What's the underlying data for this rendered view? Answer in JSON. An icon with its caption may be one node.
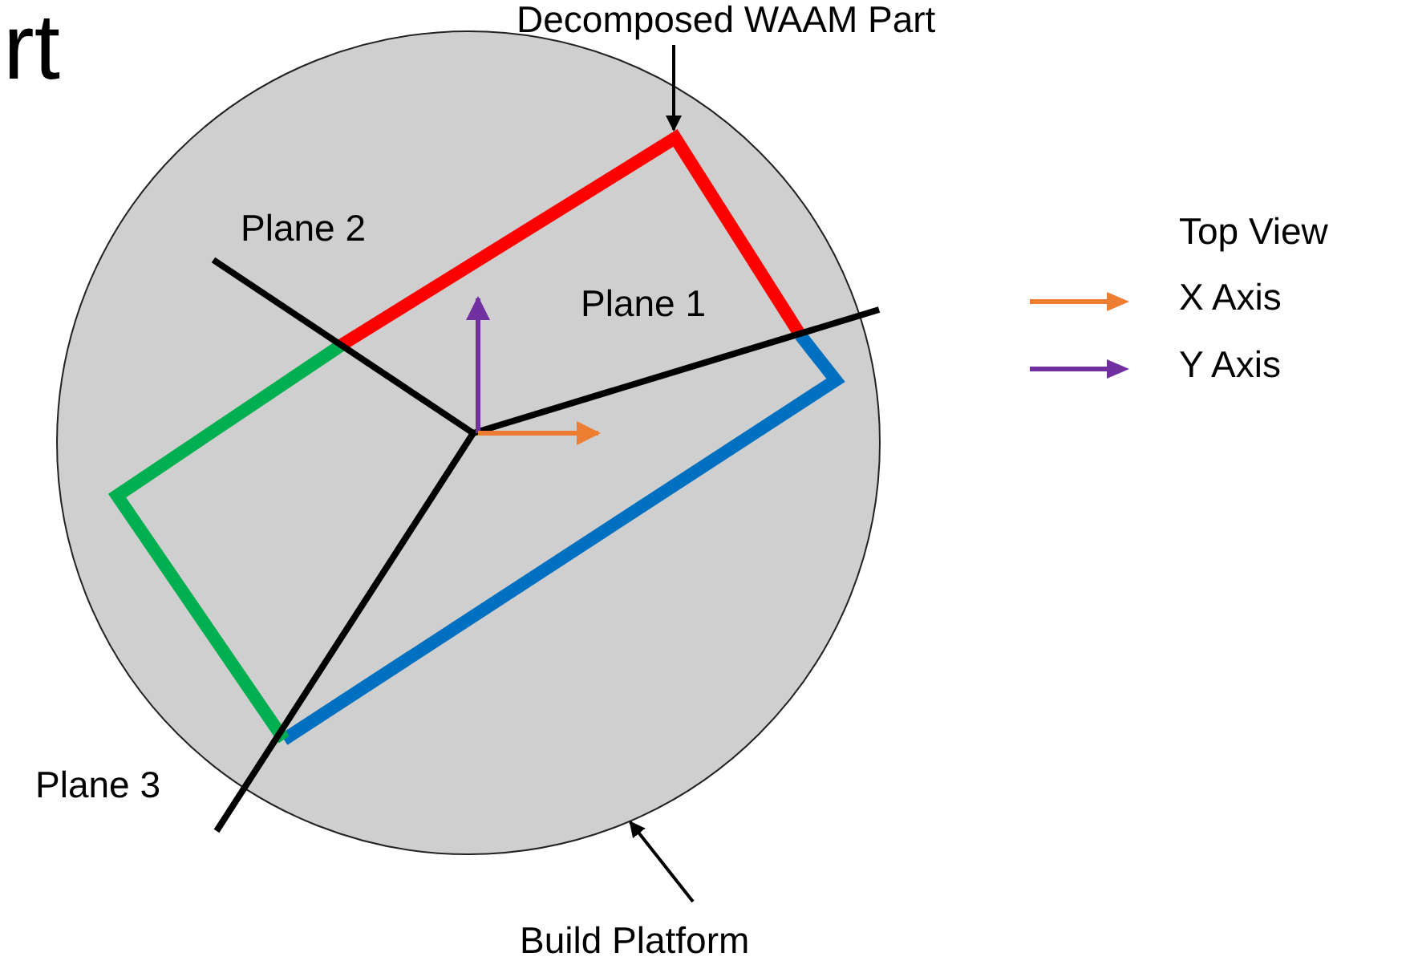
{
  "diagram": {
    "nodes": [
      {
        "text": [
          "Decomposed WAAM Part"
        ]
      },
      {
        "text": [],
        "shape": "circle"
      },
      {
        "text": [],
        "shape": "picture",
        "in": 1
      },
      {
        "text": [
          "Build Platform"
        ]
      }
    ],
    "edges": [
      {
        "from": 0,
        "to": 2,
        "arrow": "to"
      },
      {
        "from": 3,
        "to": 1,
        "arrow": "to"
      }
    ],
    "labels": [
      "rt",
      "Plane 2",
      "Plane 1",
      "Plane 3",
      "Top View"
    ],
    "legend": [
      {
        "text": "X Axis"
      },
      {
        "text": "Y Axis"
      }
    ]
  }
}
